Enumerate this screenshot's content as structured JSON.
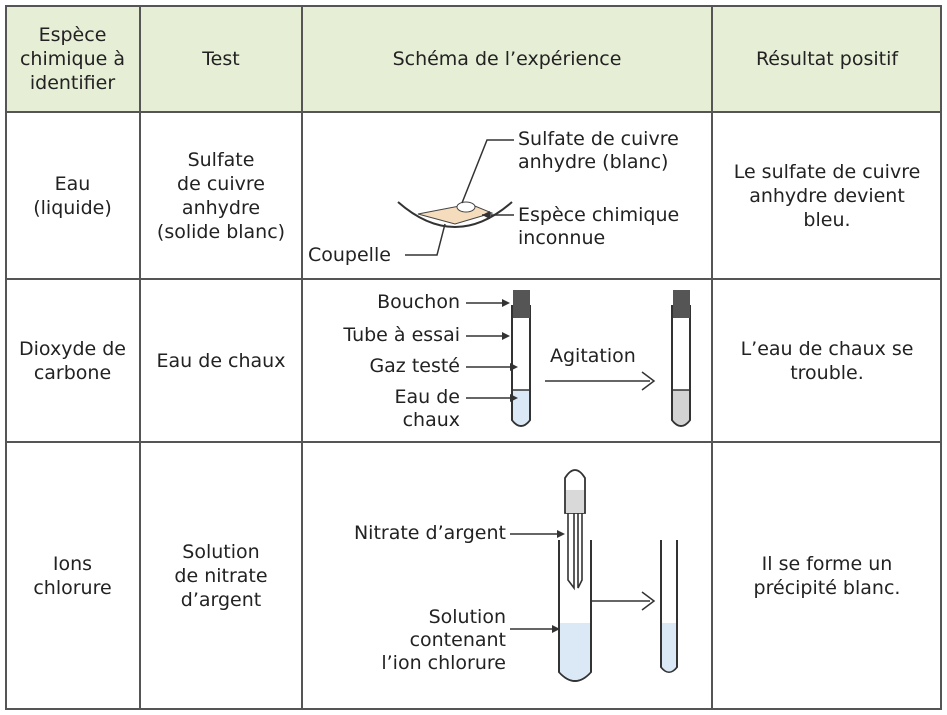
{
  "headers": [
    "Espèce chimique à identifier",
    "Test",
    "Schéma de l’expérience",
    "Résultat positif"
  ],
  "rows": [
    {
      "species": "Eau\n(liquide)",
      "test": "Sulfate\nde cuivre\nanhydre\n(solide blanc)",
      "result": "Le sulfate de cuivre\nanhydre devient\nbleu.",
      "schema": {
        "label_top": "Sulfate de cuivre\nanhydre (blanc)",
        "label_right": "Espèce chimique\ninconnue",
        "label_left": "Coupelle"
      }
    },
    {
      "species": "Dioxyde de\ncarbone",
      "test": "Eau de chaux",
      "result": "L’eau de chaux se\ntrouble.",
      "schema": {
        "bouchon": "Bouchon",
        "tube": "Tube à essai",
        "gaz": "Gaz testé",
        "eau": "Eau de\nchaux",
        "arrow": "Agitation"
      }
    },
    {
      "species": "Ions\nchlorure",
      "test": "Solution\nde nitrate\nd’argent",
      "result": "Il se forme un\nprécipité blanc.",
      "schema": {
        "nitrate": "Nitrate d’argent",
        "solution": "Solution\ncontenant\nl’ion chlorure"
      }
    }
  ],
  "colors": {
    "header_bg": "#e6eed6",
    "border": "#555555",
    "liquid_blue": "#dbe8f6",
    "cloudy": "#d3d3d3",
    "cup_fill": "#f5dcbc"
  }
}
